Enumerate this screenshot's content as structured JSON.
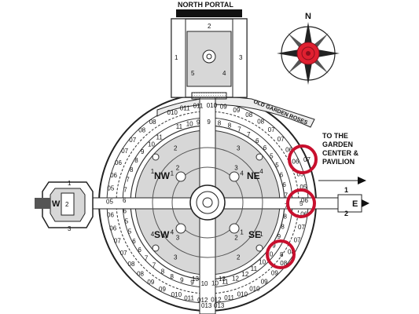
{
  "map": {
    "north_portal": "NORTH PORTAL",
    "old_garden_roses": "OLD GARDEN ROSES",
    "compass_n": "N",
    "direction_line1": "TO THE",
    "direction_line2": "GARDEN",
    "direction_line3": "CENTER &",
    "direction_line4": "PAVILION",
    "quadrants": {
      "nw": "NW",
      "ne": "NE",
      "sw": "SW",
      "se": "SE"
    },
    "west_wing": "W",
    "east_label": "E",
    "west_bed_number": "2",
    "east_path_1": "1",
    "east_path_2": "2",
    "portal_beds": {
      "b1": "1",
      "b2": "2",
      "b3": "3",
      "b4": "4",
      "b5": "5"
    },
    "west_small": {
      "t": "1",
      "b": "3"
    },
    "bottom_beds": {
      "a": "13",
      "b": "13",
      "c": "013",
      "d": "013"
    },
    "highlighted_beds": [
      "07",
      "5",
      "8"
    ],
    "ring_numbers_outer": [
      "010",
      "011",
      "011",
      "010",
      "09",
      "09",
      "08",
      "08",
      "07",
      "07",
      "06",
      "06",
      "05",
      "05",
      "06",
      "06",
      "07",
      "07",
      "08",
      "08",
      "09",
      "09",
      "010",
      "010",
      "011",
      "012",
      "012",
      "011",
      "010",
      "09",
      "09",
      "08",
      "08",
      "07",
      "07",
      "06",
      "06",
      "05",
      "05",
      "06",
      "06",
      "07",
      "07",
      "08",
      "08"
    ],
    "ring_numbers_inner": [
      "11",
      "10",
      "9",
      "9",
      "8",
      "8",
      "7",
      "7",
      "6",
      "6",
      "5",
      "5",
      "6",
      "6",
      "7",
      "7",
      "8",
      "8",
      "9",
      "9",
      "10",
      "10",
      "11",
      "12",
      "12",
      "11",
      "10",
      "10",
      "9",
      "9",
      "8",
      "8",
      "7",
      "7",
      "6",
      "6",
      "5",
      "5",
      "6",
      "6",
      "7",
      "7",
      "8",
      "8",
      "9",
      "10",
      "11"
    ],
    "quad_numbers": [
      "1",
      "2",
      "3",
      "4",
      "1",
      "2",
      "3",
      "4",
      "1",
      "2",
      "3",
      "4",
      "1",
      "2",
      "3",
      "4"
    ],
    "colors": {
      "highlight": "#c8102e",
      "bed": "#d7d7d7",
      "stroke": "#222222",
      "rose": "#e02030"
    }
  }
}
